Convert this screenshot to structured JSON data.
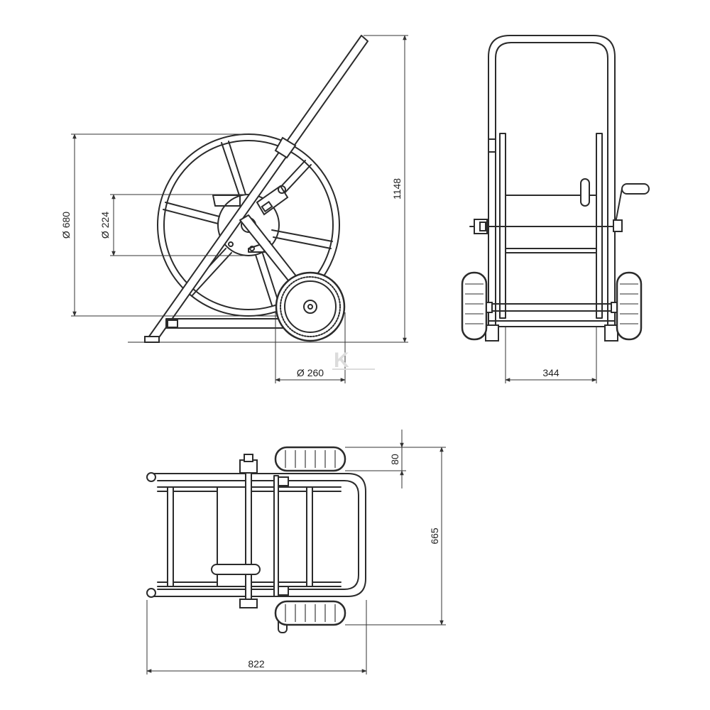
{
  "dimensions": {
    "reel_diameter": "Ø 680",
    "hub_diameter": "Ø 224",
    "overall_height": "1148",
    "wheel_diameter": "Ø 260",
    "reel_width": "344",
    "wheel_width": "80",
    "overall_width": "665",
    "overall_length": "822"
  },
  "watermark": "K",
  "colors": {
    "line": "#2b2b2b",
    "background": "#ffffff"
  },
  "views": [
    "side-view",
    "front-view",
    "top-view"
  ]
}
